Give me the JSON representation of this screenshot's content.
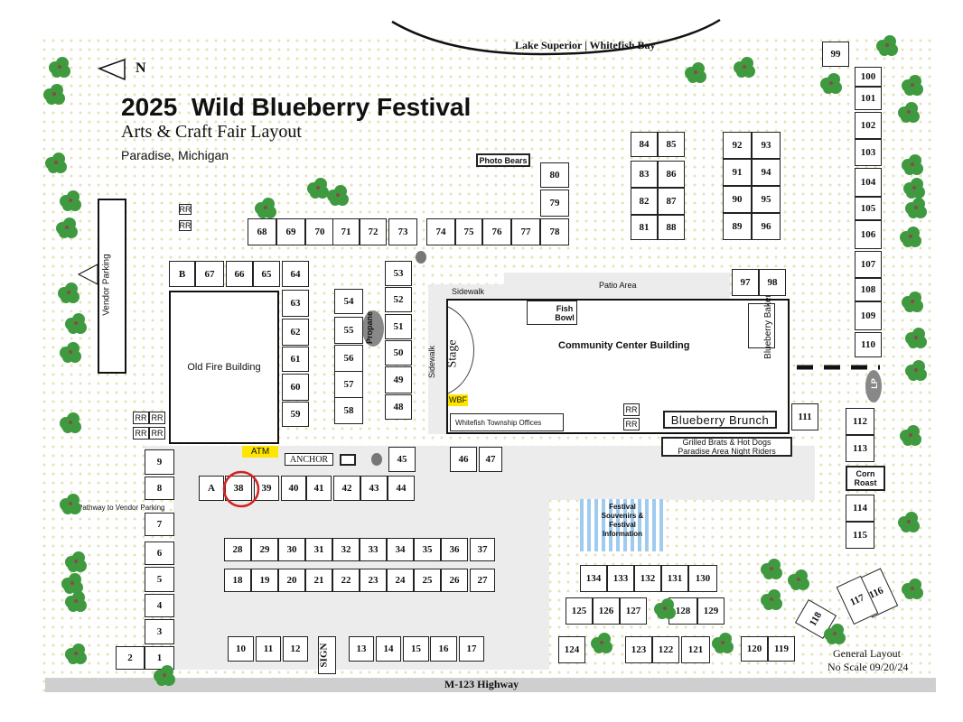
{
  "header": {
    "title": "2025  Wild Blueberry Festival",
    "subtitle": "Arts & Craft Fair Layout",
    "location": "Paradise, Michigan",
    "north_label": "N",
    "lake_label": "Lake Superior | Whitefish Bay",
    "highway_label": "M-123 Highway"
  },
  "labels": {
    "photo_bears": "Photo Bears",
    "vendor_parking": "Vendor Parking",
    "old_fire_building": "Old Fire Building",
    "community_center": "Community Center Building",
    "stage": "Stage",
    "sidewalk_top": "Sidewalk",
    "sidewalk_side": "Sidewalk",
    "patio_area": "Patio Area",
    "fish_bowl": "Fish Bowl",
    "blueberry_bakery": "Blueberry Bakery",
    "blueberry_brunch": "Blueberry Brunch",
    "township_offices": "Whitefish Township Offices",
    "grilled_brats": "Grilled Brats & Hot Dogs",
    "night_riders": "Paradise Area Night Riders",
    "propane": "Propane",
    "lp": "LP",
    "wbf": "WBF",
    "atm": "ATM",
    "anchor": "ANCHOR",
    "corn_roast": "Corn Roast",
    "sign": "SIGN",
    "pathway": "Pathway to Vendor Parking",
    "festival_info": "Festival Souvenirs & Festival Information",
    "general_layout": "General Layout",
    "no_scale": "No Scale 09/20/24"
  },
  "colors": {
    "tree_green": "#3f9a3f",
    "atm_yellow": "#ffe600",
    "highlight_circle": "#d42020",
    "info_stripes": "#9fcbee",
    "pavement": "#ececec",
    "highway": "#cfcfcf"
  },
  "highlighted_booth": "38",
  "restrooms_label": "RR",
  "booths": [
    "1",
    "2",
    "3",
    "4",
    "5",
    "6",
    "7",
    "8",
    "9",
    "10",
    "11",
    "12",
    "13",
    "14",
    "15",
    "16",
    "17",
    "18",
    "19",
    "20",
    "21",
    "22",
    "23",
    "24",
    "25",
    "26",
    "27",
    "28",
    "29",
    "30",
    "31",
    "32",
    "33",
    "34",
    "35",
    "36",
    "37",
    "38",
    "39",
    "40",
    "41",
    "42",
    "43",
    "44",
    "45",
    "46",
    "47",
    "48",
    "49",
    "50",
    "51",
    "52",
    "53",
    "54",
    "55",
    "56",
    "57",
    "58",
    "59",
    "60",
    "61",
    "62",
    "63",
    "64",
    "65",
    "66",
    "67",
    "68",
    "69",
    "70",
    "71",
    "72",
    "73",
    "74",
    "75",
    "76",
    "77",
    "78",
    "79",
    "80",
    "81",
    "82",
    "83",
    "84",
    "85",
    "86",
    "87",
    "88",
    "89",
    "90",
    "91",
    "92",
    "93",
    "94",
    "95",
    "96",
    "97",
    "98",
    "99",
    "100",
    "101",
    "102",
    "103",
    "104",
    "105",
    "106",
    "107",
    "108",
    "109",
    "110",
    "111",
    "112",
    "113",
    "114",
    "115",
    "116",
    "117",
    "118",
    "119",
    "120",
    "121",
    "122",
    "123",
    "124",
    "125",
    "126",
    "127",
    "128",
    "129",
    "130",
    "131",
    "132",
    "133",
    "134",
    "A",
    "B"
  ]
}
